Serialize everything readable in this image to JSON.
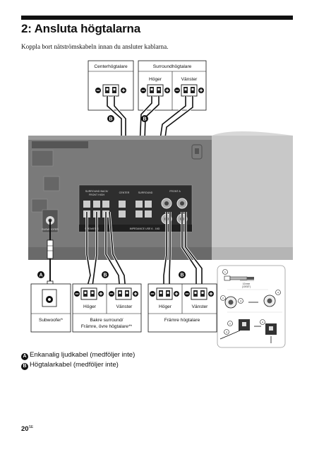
{
  "page": {
    "title": "2: Ansluta högtalarna",
    "intro": "Koppla bort nätströmskabeln innan du ansluter kablarna.",
    "page_number": "20",
    "page_number_suffix": "SE"
  },
  "diagram": {
    "top_labels": {
      "center_speaker": "Centerhögtalare",
      "surround_speakers": "Surroundhögtalare",
      "right": "Höger",
      "left": "Vänster"
    },
    "receiver_labels": {
      "surround_back": "SURROUND BACK/",
      "front_high": "FRONT HIGH",
      "center": "CENTER",
      "surround": "SURROUND",
      "front_a": "FRONT A",
      "speakers": "SPEAKERS",
      "impedance": "IMPEDANCE USE 6 - 16Ω",
      "sub": "SUBWOOFER"
    },
    "bottom_labels": {
      "right": "Höger",
      "left": "Vänster",
      "subwoofer": "Subwoofer*",
      "rear_surround_line1": "Bakre surround/",
      "rear_surround_line2": "Främre, övre högtalare**",
      "front_speakers": "Främre högtalare"
    },
    "inset": {
      "strip_length": "10 mm",
      "strip_length_inch": "(13/32\")"
    },
    "badges": {
      "a": "A",
      "b": "B"
    }
  },
  "legend": {
    "a_badge": "A",
    "a_text": "Enkanalig ljudkabel (medföljer inte)",
    "b_badge": "B",
    "b_text": "Högtalarkabel (medföljer inte)"
  }
}
